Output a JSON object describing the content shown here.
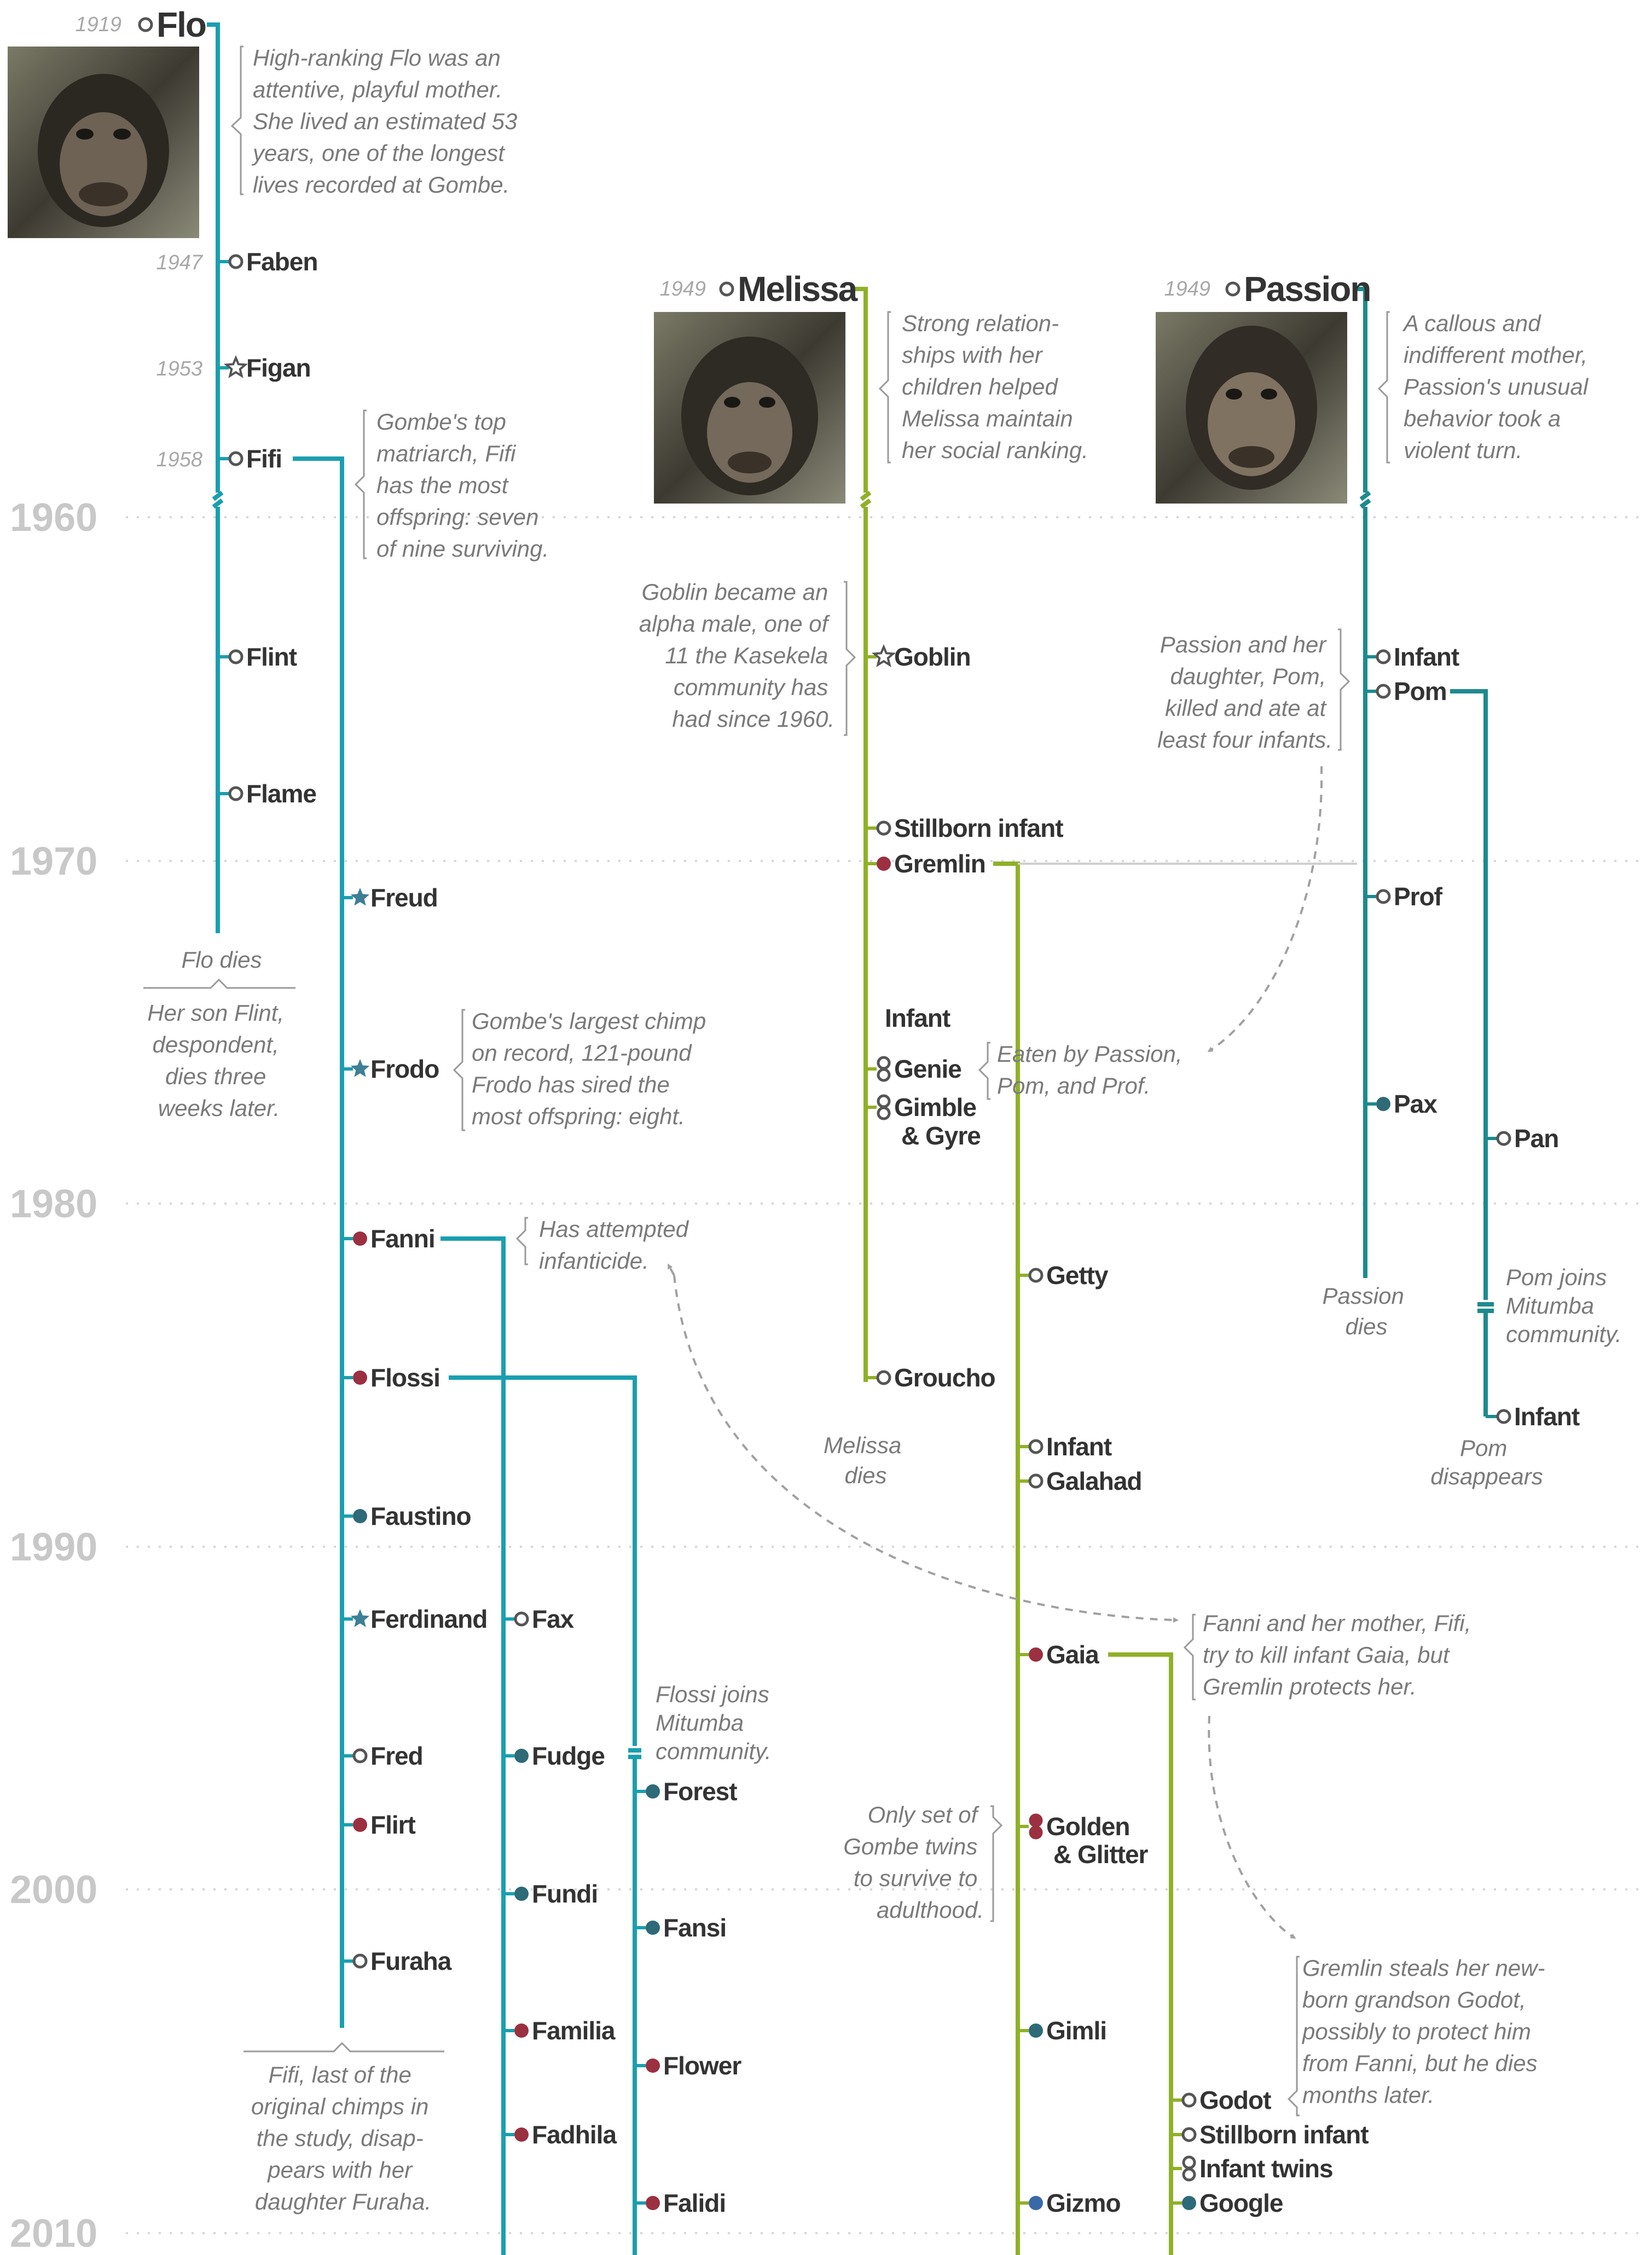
{
  "colors": {
    "flo_line": "#1a9fb0",
    "fifi_line": "#1a9fb0",
    "melissa_line": "#8fb128",
    "gremlin_line": "#8fb128",
    "passion_line": "#1d8a8f",
    "pom_line": "#1d8a8f",
    "female": "#9b3040",
    "male_filled": "#2e6a78",
    "open": "#555555",
    "star": "#3d7f95",
    "gizmo": "#3a69a8"
  },
  "decades": [
    "1960",
    "1970",
    "1980",
    "1990",
    "2000",
    "2010"
  ],
  "mothers": [
    {
      "name": "Flo",
      "year": "1919"
    },
    {
      "name": "Melissa",
      "year": "1949"
    },
    {
      "name": "Passion",
      "year": "1949"
    }
  ],
  "children": [
    {
      "id": "faben",
      "name": "Faben",
      "year": "1947",
      "marker": "open"
    },
    {
      "id": "figan",
      "name": "Figan",
      "year": "1953",
      "marker": "star-open"
    },
    {
      "id": "fifi",
      "name": "Fifi",
      "year": "1958",
      "marker": "open"
    },
    {
      "id": "flint",
      "name": "Flint",
      "marker": "open"
    },
    {
      "id": "flame",
      "name": "Flame",
      "marker": "open"
    },
    {
      "id": "freud",
      "name": "Freud",
      "marker": "star"
    },
    {
      "id": "frodo",
      "name": "Frodo",
      "marker": "star"
    },
    {
      "id": "fanni",
      "name": "Fanni",
      "marker": "female"
    },
    {
      "id": "flossi",
      "name": "Flossi",
      "marker": "female"
    },
    {
      "id": "faustino",
      "name": "Faustino",
      "marker": "male"
    },
    {
      "id": "ferdinand",
      "name": "Ferdinand",
      "marker": "star"
    },
    {
      "id": "fred",
      "name": "Fred",
      "marker": "open"
    },
    {
      "id": "flirt",
      "name": "Flirt",
      "marker": "female"
    },
    {
      "id": "furaha",
      "name": "Furaha",
      "marker": "open"
    },
    {
      "id": "fax",
      "name": "Fax",
      "marker": "open"
    },
    {
      "id": "fudge",
      "name": "Fudge",
      "marker": "male"
    },
    {
      "id": "fundi",
      "name": "Fundi",
      "marker": "male"
    },
    {
      "id": "familia",
      "name": "Familia",
      "marker": "female"
    },
    {
      "id": "fadhila",
      "name": "Fadhila",
      "marker": "female"
    },
    {
      "id": "forest",
      "name": "Forest",
      "marker": "male"
    },
    {
      "id": "fansi",
      "name": "Fansi",
      "marker": "male"
    },
    {
      "id": "flower",
      "name": "Flower",
      "marker": "female"
    },
    {
      "id": "falidi",
      "name": "Falidi",
      "marker": "female"
    },
    {
      "id": "goblin",
      "name": "Goblin",
      "marker": "star-open"
    },
    {
      "id": "stillborn1",
      "name": "Stillborn infant",
      "marker": "open"
    },
    {
      "id": "gremlin",
      "name": "Gremlin",
      "marker": "female"
    },
    {
      "id": "infant_label",
      "name": "Infant",
      "marker": "none"
    },
    {
      "id": "genie",
      "name": "Genie",
      "marker": "twin"
    },
    {
      "id": "gimble",
      "name": "Gimble",
      "marker": "twin"
    },
    {
      "id": "gyre",
      "name": "& Gyre",
      "marker": "none"
    },
    {
      "id": "groucho",
      "name": "Groucho",
      "marker": "open"
    },
    {
      "id": "getty",
      "name": "Getty",
      "marker": "open"
    },
    {
      "id": "infant_g",
      "name": "Infant",
      "marker": "open"
    },
    {
      "id": "galahad",
      "name": "Galahad",
      "marker": "open"
    },
    {
      "id": "gaia",
      "name": "Gaia",
      "marker": "female"
    },
    {
      "id": "golden",
      "name": "Golden",
      "marker": "twin-female"
    },
    {
      "id": "glitter",
      "name": "& Glitter",
      "marker": "none"
    },
    {
      "id": "gimli",
      "name": "Gimli",
      "marker": "male"
    },
    {
      "id": "gizmo",
      "name": "Gizmo",
      "marker": "gizmo"
    },
    {
      "id": "godot",
      "name": "Godot",
      "marker": "open"
    },
    {
      "id": "stillborn2",
      "name": "Stillborn infant",
      "marker": "open"
    },
    {
      "id": "infant_twins",
      "name": "Infant twins",
      "marker": "twin"
    },
    {
      "id": "google",
      "name": "Google",
      "marker": "male"
    },
    {
      "id": "infant_p1",
      "name": "Infant",
      "marker": "open"
    },
    {
      "id": "pom",
      "name": "Pom",
      "marker": "open"
    },
    {
      "id": "prof",
      "name": "Prof",
      "marker": "open"
    },
    {
      "id": "pax",
      "name": "Pax",
      "marker": "male"
    },
    {
      "id": "pan",
      "name": "Pan",
      "marker": "open"
    },
    {
      "id": "infant_p2",
      "name": "Infant",
      "marker": "open"
    }
  ],
  "notes": {
    "flo": [
      "High-ranking Flo was an",
      "attentive, playful mother.",
      "She lived an estimated 53",
      "years, one of the longest",
      "lives recorded at Gombe."
    ],
    "fifi": [
      "Gombe's top",
      "matriarch, Fifi",
      "has the most",
      "offspring: seven",
      "of nine surviving."
    ],
    "flo_dies": [
      "Flo dies"
    ],
    "flint": [
      "Her son Flint,",
      "despondent,",
      "dies three",
      "weeks later."
    ],
    "frodo": [
      "Gombe's largest chimp",
      "on record, 121-pound",
      "Frodo has sired the",
      "most offspring: eight."
    ],
    "fanni": [
      "Has attempted",
      "infanticide."
    ],
    "flossi": [
      "Flossi joins",
      "Mitumba",
      "community."
    ],
    "fifi_end": [
      "Fifi, last of the",
      "original chimps in",
      "the study, disap-",
      "pears with her",
      "daughter Furaha."
    ],
    "melissa": [
      "Strong relation-",
      "ships with her",
      "children helped",
      "Melissa maintain",
      "her social ranking."
    ],
    "goblin": [
      "Goblin became an",
      "alpha male, one of",
      "11 the Kasekela",
      "community has",
      "had since 1960."
    ],
    "eaten": [
      "Eaten by Passion,",
      "Pom, and Prof."
    ],
    "melissa_dies": [
      "Melissa",
      "dies"
    ],
    "passion": [
      "A callous and",
      "indifferent mother,",
      "Passion's unusual",
      "behavior took a",
      "violent turn."
    ],
    "passion_pom": [
      "Passion and her",
      "daughter, Pom,",
      "killed and ate at",
      "least four infants."
    ],
    "passion_dies": [
      "Passion",
      "dies"
    ],
    "pom_joins": [
      "Pom joins",
      "Mitumba",
      "community."
    ],
    "pom_dis": [
      "Pom",
      "disappears"
    ],
    "gaia": [
      "Fanni and her mother, Fifi,",
      "try to kill infant Gaia, but",
      "Gremlin protects her."
    ],
    "twins": [
      "Only set of",
      "Gombe twins",
      "to survive to",
      "adulthood."
    ],
    "godot": [
      "Gremlin steals her new-",
      "born grandson Godot,",
      "possibly to protect him",
      "from Fanni, but he dies",
      "months later."
    ]
  }
}
